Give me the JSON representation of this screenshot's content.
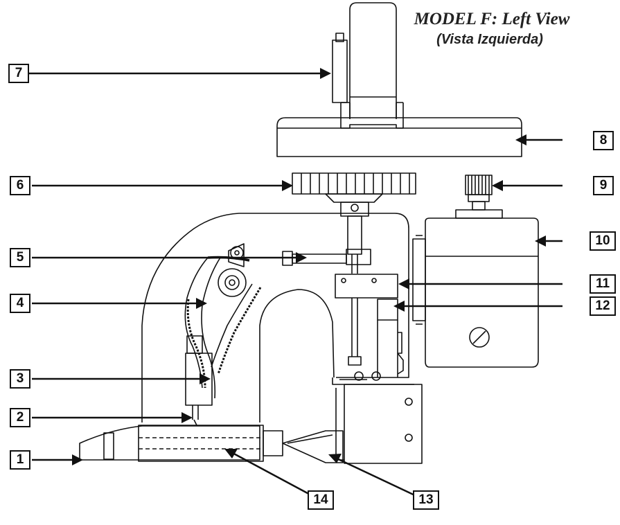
{
  "title": "MODEL F: Left View",
  "subtitle": "(Vista Izquierda)",
  "callouts": [
    {
      "id": "1",
      "label": "1"
    },
    {
      "id": "2",
      "label": "2"
    },
    {
      "id": "3",
      "label": "3"
    },
    {
      "id": "4",
      "label": "4"
    },
    {
      "id": "5",
      "label": "5"
    },
    {
      "id": "6",
      "label": "6"
    },
    {
      "id": "7",
      "label": "7"
    },
    {
      "id": "8",
      "label": "8"
    },
    {
      "id": "9",
      "label": "9"
    },
    {
      "id": "10",
      "label": "10"
    },
    {
      "id": "11",
      "label": "11"
    },
    {
      "id": "12",
      "label": "12"
    },
    {
      "id": "13",
      "label": "13"
    },
    {
      "id": "14",
      "label": "14"
    }
  ],
  "colors": {
    "ink": "#111111",
    "paper": "#ffffff"
  }
}
